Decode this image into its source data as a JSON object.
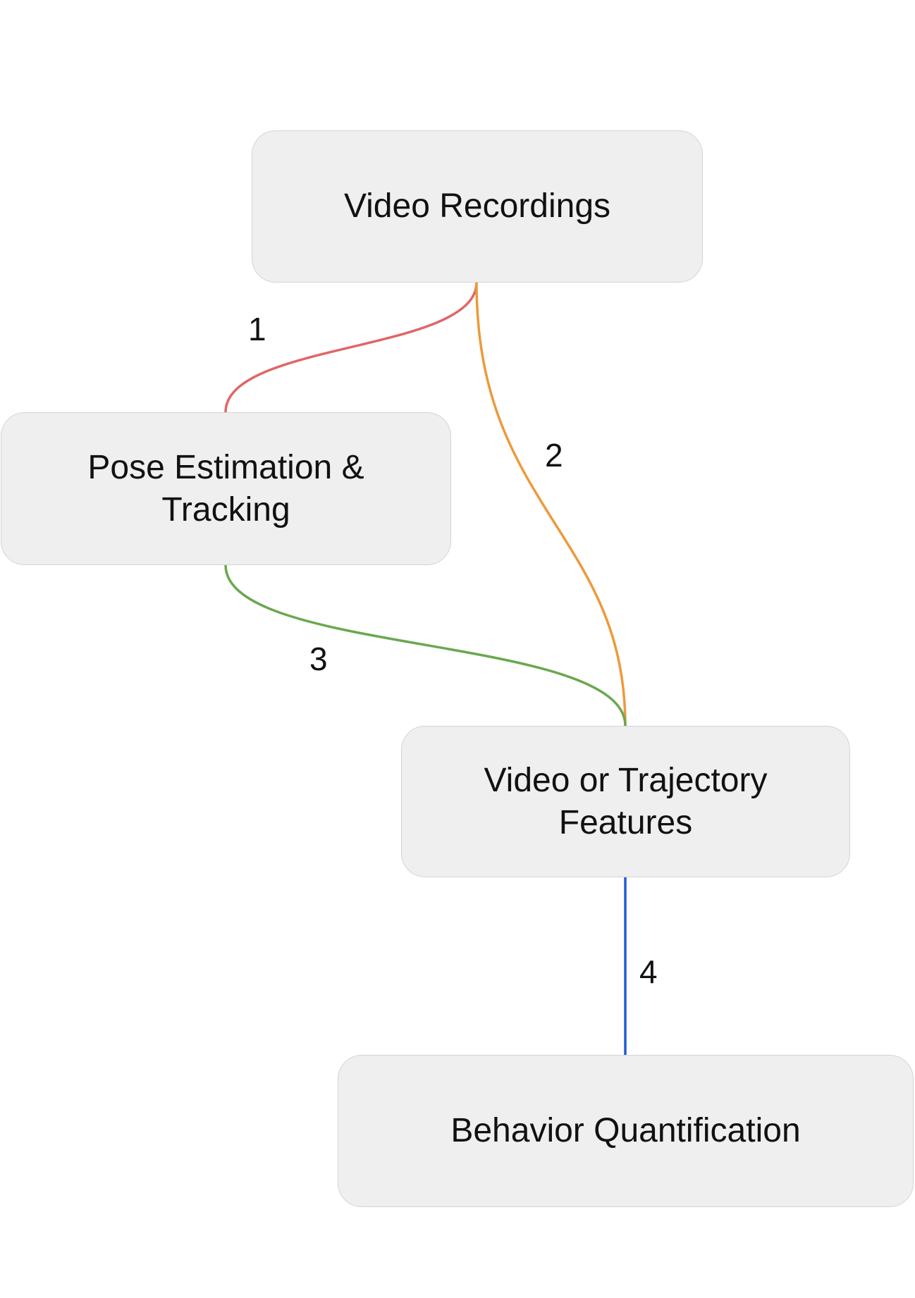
{
  "nodes": {
    "video_recordings": "Video Recordings",
    "pose_estimation": "Pose Estimation & Tracking",
    "features": "Video or Trajectory Features",
    "behavior": "Behavior Quantification"
  },
  "edges": [
    {
      "label": "1",
      "from": "Video Recordings",
      "to": "Pose Estimation & Tracking",
      "color": "#e06666"
    },
    {
      "label": "2",
      "from": "Video Recordings",
      "to": "Video or Trajectory Features",
      "color": "#ec9a3a"
    },
    {
      "label": "3",
      "from": "Pose Estimation & Tracking",
      "to": "Video or Trajectory Features",
      "color": "#6aa84f"
    },
    {
      "label": "4",
      "from": "Video or Trajectory Features",
      "to": "Behavior Quantification",
      "color": "#1f5bd6"
    }
  ]
}
